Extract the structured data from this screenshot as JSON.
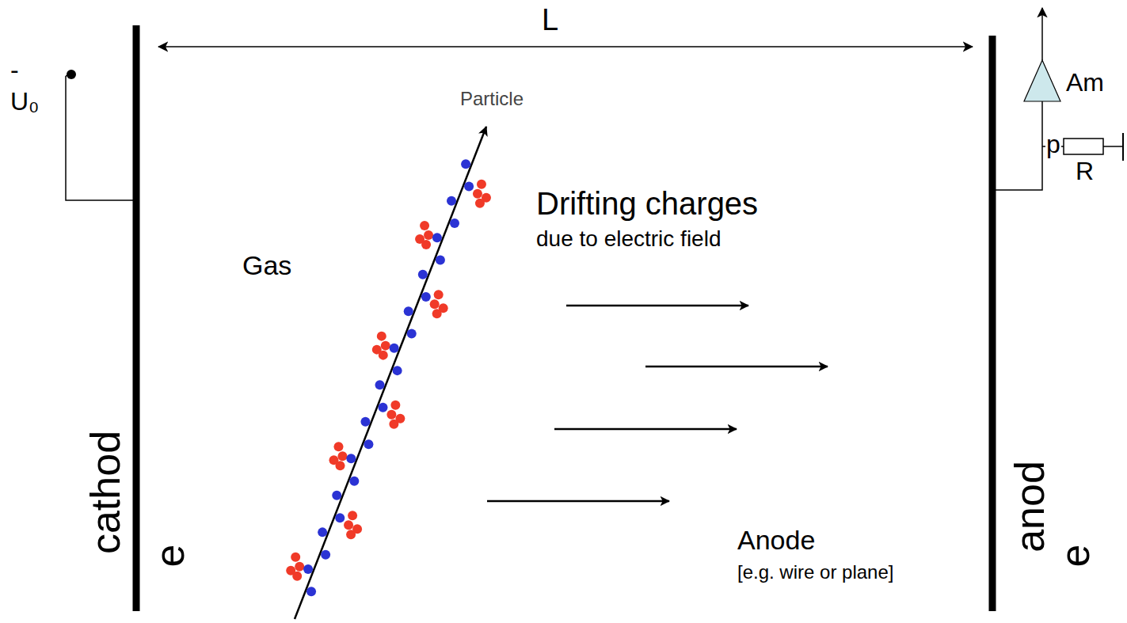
{
  "diagram": {
    "labels": [
      "L",
      "-",
      "U₀",
      "Particle",
      "Gas",
      "Drifting charges",
      "due to electric field",
      "Anode",
      "[e.g. wire or plane]",
      "cathod",
      "e",
      "anod",
      "e",
      "Am",
      "p",
      "R"
    ]
  }
}
